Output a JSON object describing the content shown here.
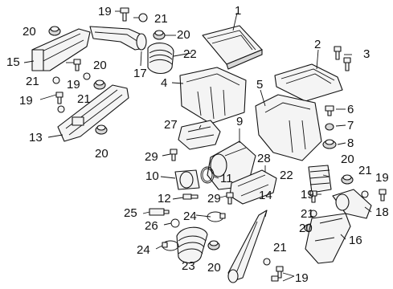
{
  "callouts": {
    "c1": "1",
    "c2": "2",
    "c3": "3",
    "c4": "4",
    "c5": "5",
    "c6": "6",
    "c7": "7",
    "c8": "8",
    "c9": "9",
    "c10": "10",
    "c11": "11",
    "c12": "12",
    "c13": "13",
    "c14": "14",
    "c15": "15",
    "c16": "16",
    "c17": "17",
    "c18": "18",
    "c19a": "19",
    "c19b": "19",
    "c19c": "19",
    "c19d": "19",
    "c19e": "19",
    "c19f": "19",
    "c20a": "20",
    "c20b": "20",
    "c20c": "20",
    "c20d": "20",
    "c20e": "20",
    "c20f": "20",
    "c20g": "20",
    "c20h": "20",
    "c21a": "21",
    "c21b": "21",
    "c21c": "21",
    "c21d": "21",
    "c21e": "21",
    "c21f": "21",
    "c22a": "22",
    "c22b": "22",
    "c23": "23",
    "c24a": "24",
    "c24b": "24",
    "c25": "25",
    "c26": "26",
    "c27": "27",
    "c28": "28",
    "c29a": "29",
    "c29b": "29"
  }
}
